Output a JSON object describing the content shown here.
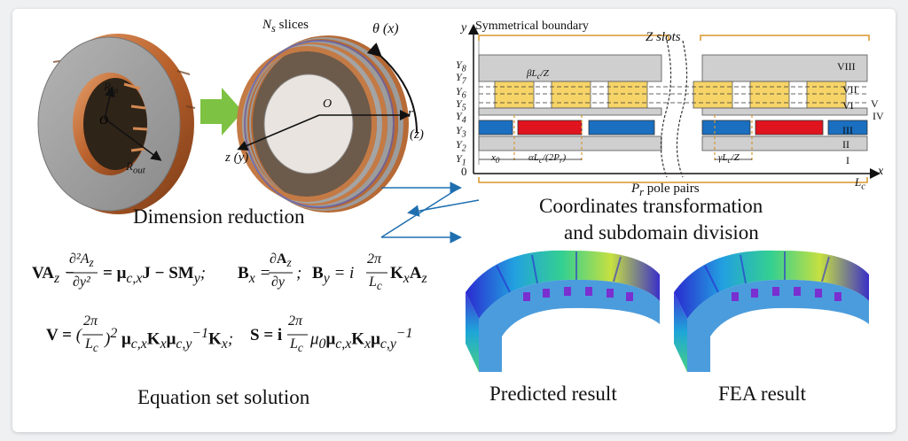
{
  "captions": {
    "dimension_reduction": "Dimension reduction",
    "coord_line1": "Coordinates transformation",
    "coord_line2": "and subdomain division",
    "equation_solution": "Equation set solution",
    "predicted": "Predicted result",
    "fea": "FEA result"
  },
  "labels": {
    "ns_slices": "N",
    "ns_sub": "s",
    "slices": " slices",
    "theta_x": "θ (x)",
    "r": "r",
    "z_paren": "(z)",
    "z_y": "z (y)",
    "origin": "O",
    "r_in": "R",
    "r_in_sub": "in",
    "r_out": "R",
    "r_out_sub": "out",
    "symmetrical_boundary": "Symmetrical boundary",
    "z_slots": "Z slots",
    "pole_pairs": "P",
    "pole_pairs_sub": "r",
    "pole_pairs_rest": " pole pairs",
    "axis_y": "y",
    "axis_x": "x",
    "zero": "0",
    "lc": "L",
    "lc_sub": "c",
    "x0": "x",
    "x0_sub": "0",
    "alpha_label": "αL",
    "alpha_rest": "/(2P",
    "beta_label": "βL",
    "beta_rest": "/Z",
    "gamma_label": "γL",
    "gamma_rest": "/Z",
    "y_ticks": [
      "Y8",
      "Y7",
      "Y6",
      "Y5",
      "Y4",
      "Y3",
      "Y2",
      "Y1"
    ],
    "regions": [
      "VIII",
      "VII",
      "VI",
      "V",
      "IV",
      "III",
      "II",
      "I"
    ]
  },
  "equations": {
    "eq1_a": "VA",
    "eq1_b": "∂²A",
    "eq1_c": "∂y²",
    "eq1_d": "= μ",
    "eq1_e": "J − SM",
    "eq2_a": "B",
    "eq2_b": "∂A",
    "eq2_c": "∂y",
    "eq3_a": "B",
    "eq3_b": "2π",
    "eq3_c": "L",
    "eq3_d": "K",
    "eq3_e": "A",
    "eq4_a": "V =",
    "eq4_b": "2π",
    "eq4_c": "L",
    "eq4_d": "μ",
    "eq4_e": "K",
    "eq4_f": "μ",
    "eq4_g": "K",
    "eq5_a": "S = i",
    "eq5_b": "2π",
    "eq5_c": "L",
    "eq5_d": "μ",
    "eq5_e": "μ",
    "eq5_f": "K",
    "eq5_g": "μ"
  },
  "colors": {
    "copper": "#c8753f",
    "steel": "#9a9a9a",
    "arrow_green": "#7dc242",
    "coil_yellow": "#f7d468",
    "magnet_red": "#e0141e",
    "magnet_blue": "#1a6fc0",
    "zig_blue": "#1f6fb0",
    "bracket_orange": "#d9962c"
  }
}
